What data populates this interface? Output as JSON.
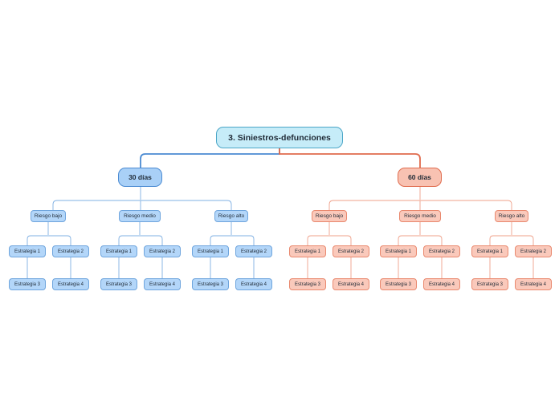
{
  "map": {
    "title": "3. Siniestros-defunciones",
    "colors": {
      "left": "#4a8ad2",
      "right": "#e06b4d",
      "root": "#4ba6c7"
    },
    "branches": [
      {
        "label": "30 días",
        "risks": [
          {
            "label": "Riesgo bajo",
            "strategies": [
              "Estrategia 1",
              "Estrategia  2",
              "Estrategia 3",
              "Estrategia  4"
            ]
          },
          {
            "label": "Riesgo medio",
            "strategies": [
              "Estrategia 1",
              "Estrategia 2",
              "Estrategia 3",
              "Estrategia 4"
            ]
          },
          {
            "label": "Riesgo alto",
            "strategies": [
              "Estrategia 1",
              "Estrategia 2",
              "Estrategia 3",
              "Estrategia 4"
            ]
          }
        ]
      },
      {
        "label": "60 días",
        "risks": [
          {
            "label": "Riesgo bajo",
            "strategies": [
              "Estrategia 1",
              "Estrategia  2",
              "Estrategia 3",
              "Estrategia  4"
            ]
          },
          {
            "label": "Riesgo medio",
            "strategies": [
              "Estrategia 1",
              "Estrategia 2",
              "Estrategia 3",
              "Estrategia 4"
            ]
          },
          {
            "label": "Riesgo alto",
            "strategies": [
              "Estrategia 1",
              "Estrategia 2",
              "Estrategia 3",
              "Estrategia 4"
            ]
          }
        ]
      }
    ]
  }
}
